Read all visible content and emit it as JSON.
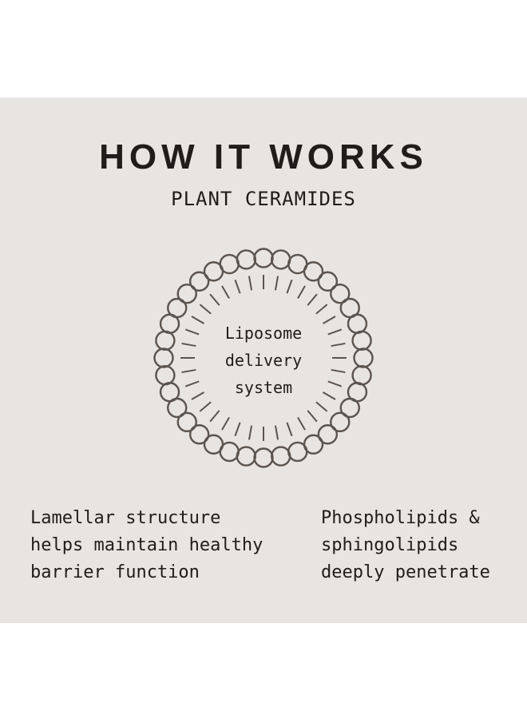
{
  "heading": {
    "title": "HOW IT WORKS",
    "subtitle": "PLANT CERAMIDES"
  },
  "diagram": {
    "center_lines": [
      "Liposome",
      "delivery",
      "system"
    ],
    "bead_count": 36,
    "stroke_color": "#5b534e"
  },
  "features": {
    "left_lines": [
      "Lamellar structure",
      "helps maintain healthy",
      "barrier function"
    ],
    "right_lines": [
      "Phospholipids &",
      "sphingolipids",
      "deeply penetrate"
    ]
  },
  "colors": {
    "panel": "#e8e4e1",
    "text": "#1f1c1b"
  }
}
